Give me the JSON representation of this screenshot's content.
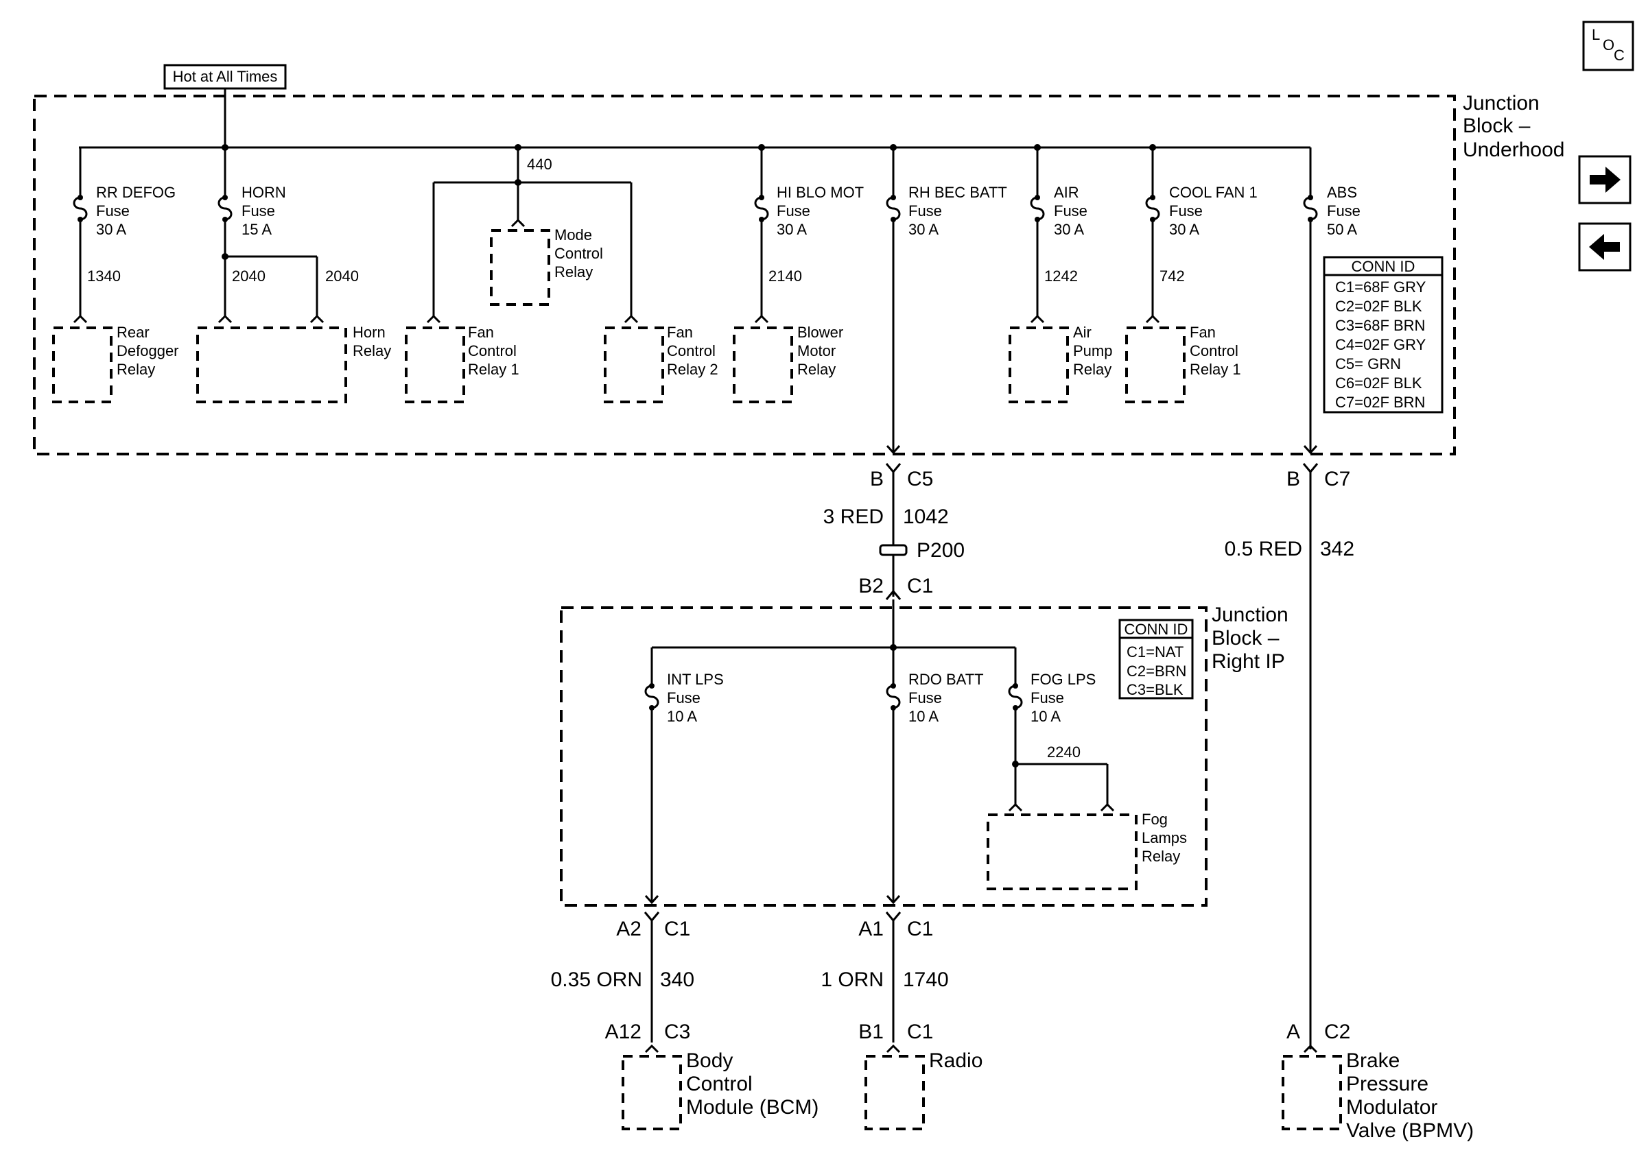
{
  "hot_label": "Hot at All Times",
  "nav": {
    "loc": "LOC",
    "loc_l": "L",
    "loc_o": "O",
    "loc_c": "C",
    "forward_icon": "arrow-right",
    "back_icon": "arrow-left"
  },
  "jb_underhood": {
    "label": [
      "Junction",
      "Block –",
      "Underhood"
    ],
    "circuit_440": "440",
    "fuses": [
      {
        "name": "RR DEFOG",
        "word": "Fuse",
        "amp": "30 A",
        "circuit": "1340"
      },
      {
        "name": "HORN",
        "word": "Fuse",
        "amp": "15 A",
        "circuit_a": "2040",
        "circuit_b": "2040"
      },
      {
        "name": "HI BLO MOT",
        "word": "Fuse",
        "amp": "30 A",
        "circuit": "2140"
      },
      {
        "name": "RH BEC BATT",
        "word": "Fuse",
        "amp": "30 A"
      },
      {
        "name": "AIR",
        "word": "Fuse",
        "amp": "30 A",
        "circuit": "1242"
      },
      {
        "name": "COOL FAN 1",
        "word": "Fuse",
        "amp": "30 A",
        "circuit": "742"
      },
      {
        "name": "ABS",
        "word": "Fuse",
        "amp": "50 A"
      }
    ],
    "relays": {
      "rear_defogger": [
        "Rear",
        "Defogger",
        "Relay"
      ],
      "horn": [
        "Horn",
        "Relay"
      ],
      "mode_control": [
        "Mode",
        "Control",
        "Relay"
      ],
      "fan_control_1": [
        "Fan",
        "Control",
        "Relay 1"
      ],
      "fan_control_2": [
        "Fan",
        "Control",
        "Relay 2"
      ],
      "blower_motor": [
        "Blower",
        "Motor",
        "Relay"
      ],
      "air_pump": [
        "Air",
        "Pump",
        "Relay"
      ],
      "fan_control_1b": [
        "Fan",
        "Control",
        "Relay 1"
      ]
    },
    "conn_id": {
      "title": "CONN ID",
      "rows": [
        "C1=68F GRY",
        "C2=02F BLK",
        "C3=68F BRN",
        "C4=02F GRY",
        "C5=  GRN",
        "C6=02F BLK",
        "C7=02F BRN"
      ]
    }
  },
  "wiring": {
    "rh_bec": {
      "pin": "B",
      "conn": "C5",
      "wire": "3 RED",
      "circuit": "1042",
      "splice": "P200",
      "pin2": "B2",
      "conn2": "C1"
    },
    "abs": {
      "pin": "B",
      "conn": "C7",
      "wire": "0.5 RED",
      "circuit": "342"
    }
  },
  "jb_right_ip": {
    "label": [
      "Junction",
      "Block –",
      "Right IP"
    ],
    "fuses": [
      {
        "name": "INT LPS",
        "word": "Fuse",
        "amp": "10 A"
      },
      {
        "name": "RDO BATT",
        "word": "Fuse",
        "amp": "10 A"
      },
      {
        "name": "FOG LPS",
        "word": "Fuse",
        "amp": "10 A",
        "circuit": "2240"
      }
    ],
    "fog_relay": [
      "Fog",
      "Lamps",
      "Relay"
    ],
    "conn_id": {
      "title": "CONN ID",
      "rows": [
        "C1=NAT",
        "C2=BRN",
        "C3=BLK"
      ]
    }
  },
  "outputs": {
    "bcm": {
      "pin": "A2",
      "conn": "C1",
      "wire": "0.35 ORN",
      "circuit": "340",
      "pin2": "A12",
      "conn2": "C3",
      "label": [
        "Body",
        "Control",
        "Module (BCM)"
      ]
    },
    "radio": {
      "pin": "A1",
      "conn": "C1",
      "wire": "1 ORN",
      "circuit": "1740",
      "pin2": "B1",
      "conn2": "C1",
      "label": [
        "Radio"
      ]
    },
    "bpmv": {
      "pin": "A",
      "conn": "C2",
      "label": [
        "Brake",
        "Pressure",
        "Modulator",
        "Valve (BPMV)"
      ]
    }
  }
}
